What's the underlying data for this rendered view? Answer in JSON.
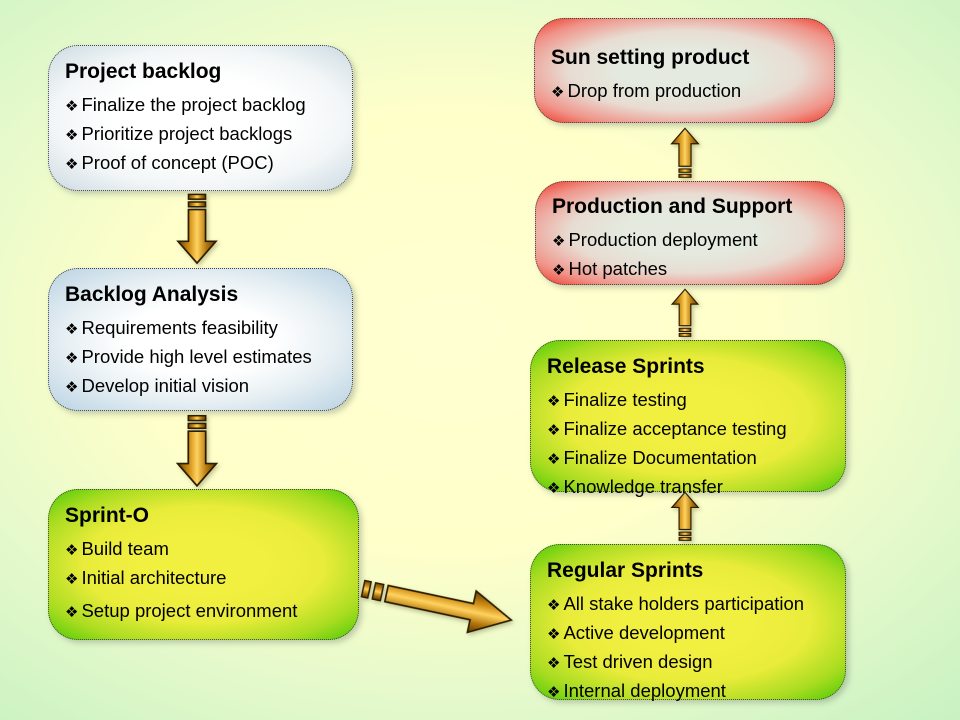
{
  "bullet_glyph": "❖",
  "boxes": [
    {
      "id": "project-backlog",
      "style": "white",
      "title": "Project backlog",
      "items": [
        "Finalize the project backlog",
        "Prioritize project backlogs",
        "Proof of concept (POC)"
      ]
    },
    {
      "id": "backlog-analysis",
      "style": "blue",
      "title": "Backlog Analysis",
      "items": [
        "Requirements feasibility",
        "Provide high level estimates",
        "Develop initial vision"
      ]
    },
    {
      "id": "sprint-o",
      "style": "green",
      "title": "Sprint-O",
      "items": [
        "Build team",
        "Initial architecture",
        "Setup project environment"
      ]
    },
    {
      "id": "regular-sprints",
      "style": "green",
      "title": "Regular Sprints",
      "items": [
        "All stake holders participation",
        "Active development",
        "Test driven design",
        "Internal deployment"
      ]
    },
    {
      "id": "release-sprints",
      "style": "green",
      "title": "Release Sprints",
      "items": [
        "Finalize testing",
        "Finalize acceptance testing",
        "Finalize Documentation",
        "Knowledge transfer"
      ]
    },
    {
      "id": "production-support",
      "style": "red",
      "title": "Production and Support",
      "items": [
        "Production deployment",
        "Hot patches"
      ]
    },
    {
      "id": "sun-setting",
      "style": "red",
      "title": "Sun setting product",
      "items": [
        "Drop from production"
      ]
    }
  ],
  "arrows": [
    {
      "name": "arrow-project-to-analysis",
      "direction": "down",
      "style": "striped-gold"
    },
    {
      "name": "arrow-analysis-to-sprint-o",
      "direction": "down",
      "style": "striped-gold"
    },
    {
      "name": "arrow-sprint-o-to-regular",
      "direction": "right-down",
      "style": "striped-gold"
    },
    {
      "name": "arrow-regular-to-release",
      "direction": "up",
      "style": "striped-gold"
    },
    {
      "name": "arrow-release-to-production",
      "direction": "up",
      "style": "striped-gold"
    },
    {
      "name": "arrow-production-to-sunset",
      "direction": "up",
      "style": "striped-gold"
    }
  ],
  "colors": {
    "background_center": "#ffffcb",
    "background_edge": "#c9f2c2",
    "box_border": "#444444",
    "white_box_edge": "#ccdae2",
    "blue_box_edge": "#b9d2e2",
    "green_box_edge": "#4ccb06",
    "green_box_center": "#f0ef3e",
    "red_box_edge": "#ee3a28",
    "red_box_center": "#e4eadf",
    "arrow_gold_bright": "#ffd25e",
    "arrow_gold_dark": "#6b4400",
    "arrow_outline": "#2b1d00"
  }
}
